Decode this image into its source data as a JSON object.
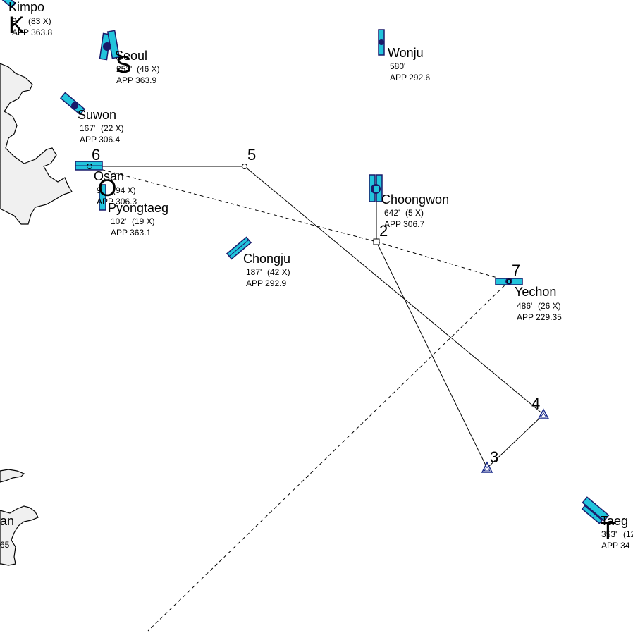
{
  "colors": {
    "background": "#ffffff",
    "coast_fill": "#f0f0f0",
    "coast_stroke": "#000000",
    "runway_fill": "#22c4dc",
    "runway_dark": "#1a1a6a",
    "route_line": "#000000",
    "triangle": "#1a2a8a"
  },
  "airports": [
    {
      "id": "kimpo",
      "name": "Kimpo",
      "elev": "9",
      "tacan": "(83 X)",
      "app": "APP 363.8",
      "letter": "K"
    },
    {
      "id": "seoul",
      "name": "Seoul",
      "elev": "253'",
      "tacan": "(46 X)",
      "app": "APP 363.9",
      "letter": "S"
    },
    {
      "id": "wonju",
      "name": "Wonju",
      "elev": "580'",
      "tacan": "",
      "app": "APP 292.6",
      "letter": ""
    },
    {
      "id": "suwon",
      "name": "Suwon",
      "elev": "167'",
      "tacan": "(22 X)",
      "app": "APP 306.4",
      "letter": ""
    },
    {
      "id": "osan",
      "name": "Osan",
      "elev": "9",
      "tacan": "(94 X)",
      "app": "APP 306.3",
      "letter": "O"
    },
    {
      "id": "pyongtaeg",
      "name": "Pyongtaeg",
      "elev": "102'",
      "tacan": "(19 X)",
      "app": "APP 363.1",
      "letter": ""
    },
    {
      "id": "choongwon",
      "name": "Choongwon",
      "elev": "642'",
      "tacan": "(5 X)",
      "app": "APP 306.7",
      "letter": ""
    },
    {
      "id": "chongju",
      "name": "Chongju",
      "elev": "187'",
      "tacan": "(42 X)",
      "app": "APP 292.9",
      "letter": ""
    },
    {
      "id": "yechon",
      "name": "Yechon",
      "elev": "486'",
      "tacan": "(26 X)",
      "app": "APP 229.35",
      "letter": ""
    },
    {
      "id": "taegu",
      "name": "Taeg",
      "elev": "353'",
      "tacan": "(12",
      "app": "APP 34",
      "letter": "T"
    },
    {
      "id": "kunsan",
      "name": "an",
      "elev": "",
      "tacan": "",
      "app": "65",
      "letter": ""
    }
  ],
  "waypoints": [
    {
      "id": "wp2",
      "label": "2"
    },
    {
      "id": "wp3",
      "label": "3"
    },
    {
      "id": "wp4",
      "label": "4"
    },
    {
      "id": "wp5",
      "label": "5"
    },
    {
      "id": "wp6",
      "label": "6"
    },
    {
      "id": "wp7",
      "label": "7"
    }
  ]
}
